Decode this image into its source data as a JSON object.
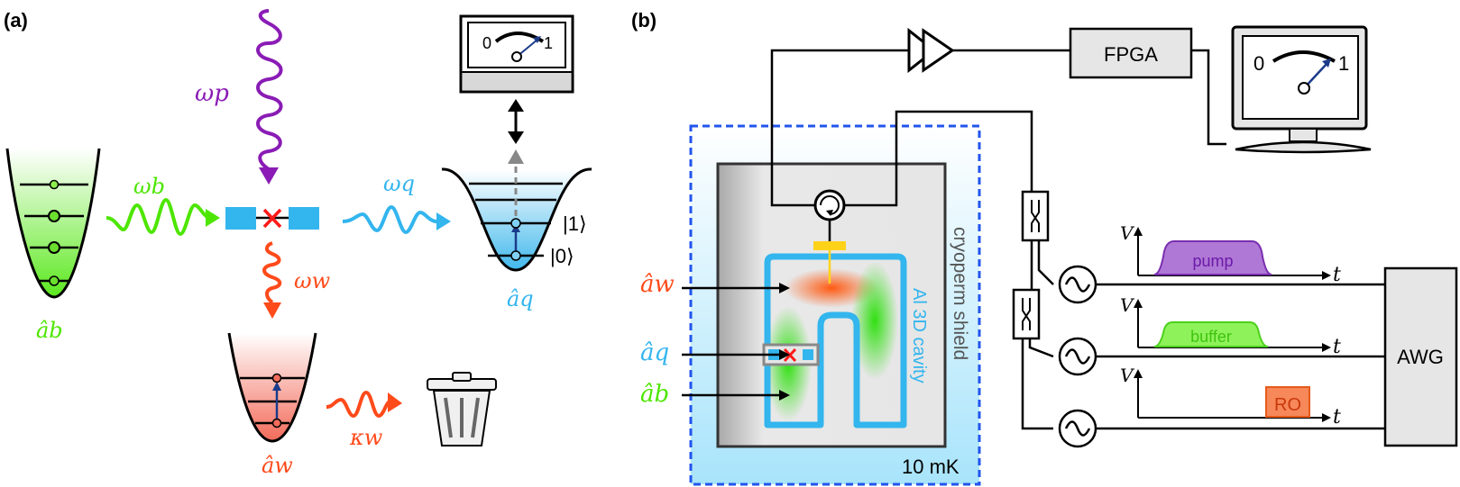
{
  "panel_a": {
    "label": "(a)",
    "omega_p": "ωp",
    "omega_b": "ωb",
    "omega_q": "ωq",
    "omega_w": "ωw",
    "kappa_w": "κw",
    "a_b": "âb",
    "a_q": "âq",
    "a_w": "âw",
    "ket1": "|1⟩",
    "ket0": "|0⟩",
    "meter_zero": "0",
    "meter_one": "1",
    "icons": [
      "meter-icon",
      "trash-can-icon",
      "josephson-junction-icon",
      "photon-wave-icon"
    ]
  },
  "panel_b": {
    "label": "(b)",
    "fpga": "FPGA",
    "awg": "AWG",
    "shield": "cryoperm shield",
    "cavity": "Al 3D cavity",
    "temperature": "10 mK",
    "a_w": "âw",
    "a_q": "âq",
    "a_b": "âb",
    "meter_zero": "0",
    "meter_one": "1",
    "pulses": [
      {
        "name": "pump",
        "v": "V",
        "t": "t",
        "color": "#a36ac9"
      },
      {
        "name": "buffer",
        "v": "V",
        "t": "t",
        "color": "#7eea3a"
      },
      {
        "name": "RO",
        "v": "V",
        "t": "t",
        "color": "#f6885a"
      }
    ],
    "icons": [
      "amplifier-icon",
      "circulator-icon",
      "mixer-icon",
      "source-icon",
      "monitor-icon"
    ]
  },
  "colors": {
    "buffer": "#4de600",
    "qubit": "#33b5ee",
    "pump": "#8a1cb5",
    "waste": "#ff4a1a",
    "shield": "#2255ee"
  }
}
